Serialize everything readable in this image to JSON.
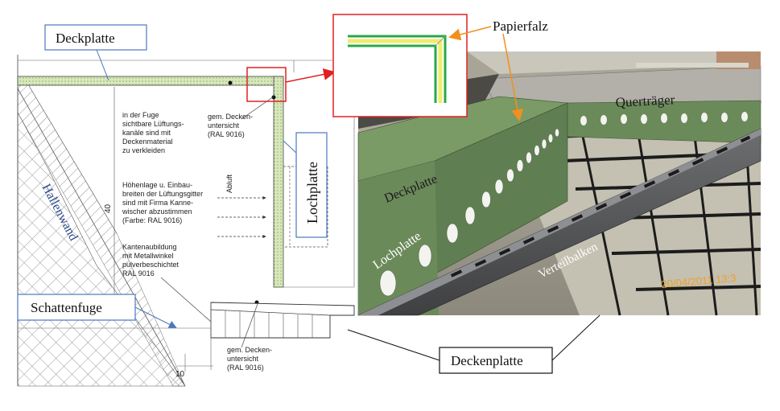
{
  "labels": {
    "deckplatte_top": "Deckplatte",
    "papierfalz": "Papierfalz",
    "lochplatte_box": "Lochplatte",
    "schattenfuge": "Schattenfuge",
    "deckenplatte": "Deckenplatte",
    "hallenwand": "Hallenwand"
  },
  "notes": {
    "fuge": [
      "in der Fuge",
      "sichtbare Lüftungs-",
      "kanäle sind mit",
      "Deckenmaterial",
      "zu verkleiden"
    ],
    "hoehenlage": [
      "Höhenlage u. Einbau-",
      "breiten der Lüftungsgitter",
      "sind mit Firma Kanne-",
      "wischer abzustimmen",
      "(Farbe: RAL 9016)"
    ],
    "kanten": [
      "Kantenaubildung",
      "mit Metallwinkel",
      "pulverbeschichtet",
      "RAL 9016"
    ],
    "decken_top": [
      "gem. Decken-",
      "untersicht",
      "(RAL 9016)"
    ],
    "decken_bottom": [
      "gem. Decken-",
      "untersicht",
      "(RAL 9016)"
    ],
    "abluft": "Abluft",
    "dim_40": "40",
    "dim_10": "10"
  },
  "photo": {
    "querträger": "Querträger",
    "deckplatte": "Deckplatte",
    "lochplatte": "Lochplatte",
    "verteilbalken": "Verteilbalken",
    "timestamp": "20/04/2011 13:3"
  },
  "colors": {
    "green_fill": "#d8e8b8",
    "panel_green": "#6b8a5a",
    "red_box": "#e02020",
    "blue_box": "#4a78c0",
    "orange_arrow": "#f0901e",
    "zoom_yellow": "#f2ec6a",
    "zoom_green": "#2aa84a"
  }
}
